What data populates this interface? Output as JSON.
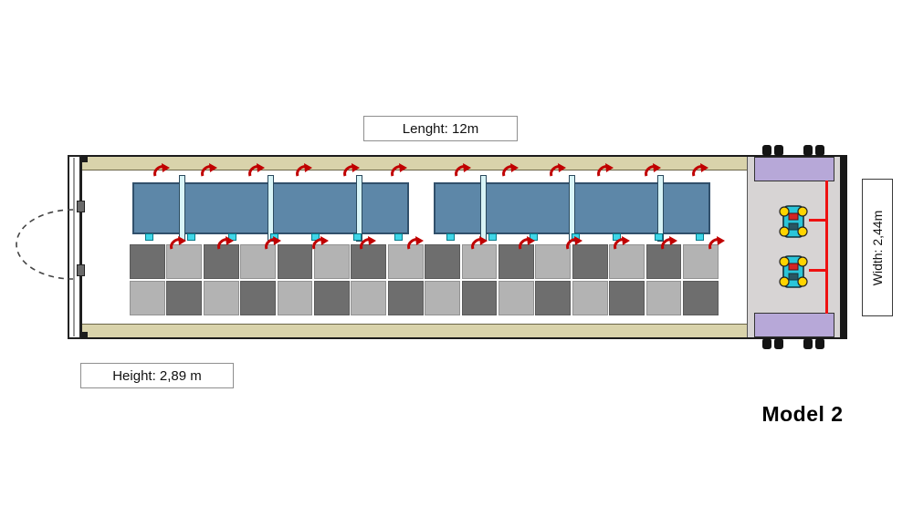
{
  "title": "Model 2",
  "labels": {
    "length": "Lenght: 12m",
    "width": "Width: 2,44m",
    "height": "Height: 2,89 m"
  },
  "colors": {
    "panel_blue": "#5d87a8",
    "panel_border": "#31506b",
    "wall_tan": "#d9d3ab",
    "arrow_red": "#c00000",
    "pipe_red": "#ee1111",
    "tray_dark": "#6e6e6e",
    "tray_light": "#b3b3b3",
    "machine_cyan": "#2bc5d9",
    "wheel_yellow": "#ffd400",
    "equipment_purple": "#b7a8d8",
    "support_bar": "#d8f4f7",
    "foot_cyan": "#3fd6e8"
  },
  "diagram": {
    "tray_grid": {
      "rows": 2,
      "cols": 16
    },
    "panel_group_count": 2,
    "support_bars_per_group": 3,
    "arrows_top_per_group": 6,
    "arrows_bottom_per_group": 6,
    "feet_per_group": 7,
    "machine_count": 2,
    "caster_wheels": 8
  }
}
